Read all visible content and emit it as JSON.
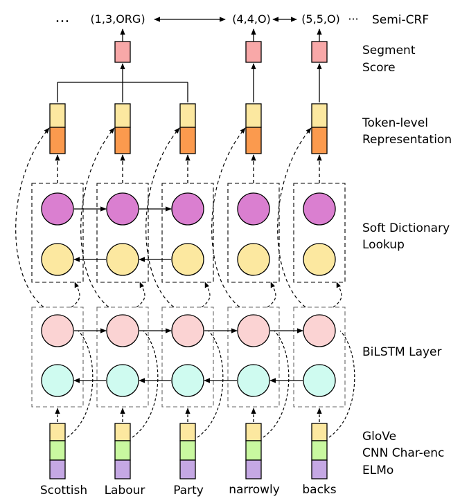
{
  "top_row": {
    "ellipsis_left": "...",
    "labels": [
      "(1,3,ORG)",
      "(4,4,O)",
      "(5,5,O)"
    ],
    "ellipsis_right": "···"
  },
  "layers": {
    "semi_crf": "Semi-CRF",
    "segment_score": [
      "Segment",
      "Score"
    ],
    "token_level": [
      "Token-level",
      "Representation"
    ],
    "soft_dictionary": [
      "Soft Dictionary",
      "Lookup"
    ],
    "bilstm": "BiLSTM Layer",
    "embeddings": [
      "GloVe",
      "CNN Char-enc",
      "ELMo"
    ]
  },
  "words": [
    "Scottish",
    "Labour",
    "Party",
    "narrowly",
    "backs"
  ],
  "colors": {
    "segment_box": "#F8A8A8",
    "token_top": "#FCE8A0",
    "token_bottom": "#FB9A4E",
    "dict_top": "#DA7FD0",
    "dict_bottom": "#FCE8A0",
    "lstm_top": "#FBD3D3",
    "lstm_bottom": "#CFFBF0",
    "emb_glove": "#FCE8A0",
    "emb_cnn": "#C9F8A0",
    "emb_elmo": "#C5A8E4"
  }
}
